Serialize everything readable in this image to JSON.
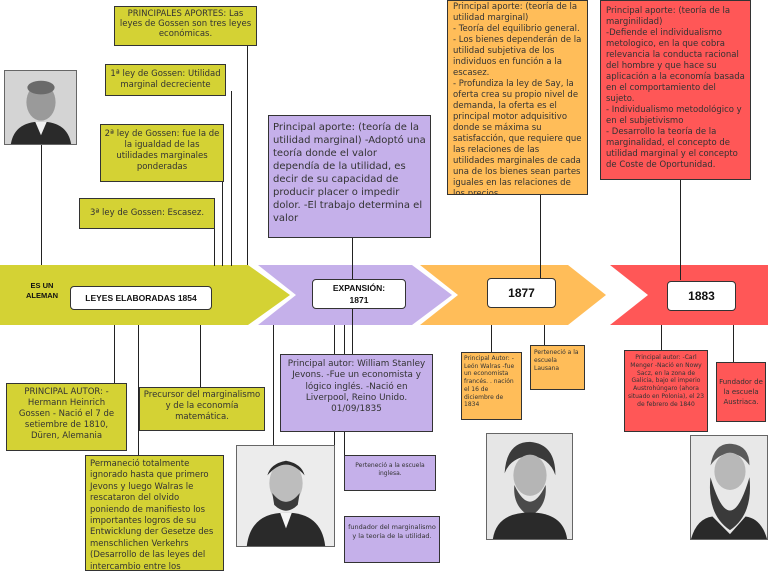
{
  "colors": {
    "yellow": "#d4d234",
    "purple": "#c5b0ea",
    "orange": "#ffbd59",
    "red": "#ff5757"
  },
  "timeline": {
    "es_un_aleman": "ES UN ALEMAN",
    "leyes_label": "LEYES ELABORADAS 1854",
    "expansion_label": "EXPANSIÓN: 1871",
    "year_1877": "1877",
    "year_1883": "1883"
  },
  "gossen": {
    "principales_aportes": "PRINCIPALES APORTES: Las leyes de Gossen son tres leyes económicas.",
    "ley1": "1ª ley de Gossen: Utilidad marginal decreciente",
    "ley2": "2ª ley de Gossen: fue la de la igualdad de las utilidades marginales ponderadas",
    "ley3": "3ª ley de Gossen: Escasez.",
    "autor": "PRINCIPAL AUTOR: - Hermann Heinrich Gossen - Nació el 7 de setiembre de 1810, Düren, Alemania",
    "precursor": "Precursor del marginalismo y de la economía matemática.",
    "permanecio": "Permaneció totalmente ignorado hasta que primero Jevons y luego Walras le rescataron del olvido poniendo de manifiesto los importantes logros de su Entwicklung der Gesetze des menschlichen Verkehrs (Desarrollo de las leyes del intercambio entre los hombres",
    "portrait_icon": "portrait-gossen-icon"
  },
  "jevons": {
    "aporte": "Principal aporte: (teoría de la utilidad marginal) -Adoptó una teoría donde el valor dependía de la utilidad, es decir de su capacidad de producir placer o impedir dolor. -El trabajo determina el valor",
    "autor": "Principal autor: William Stanley Jevons. -Fue un economista y lógico inglés. -Nació en Liverpool, Reino Unido. 01/09/1835",
    "escuela": "Perteneció a la escuela inglesa.",
    "fundador": "fundador del marginalismo y la teoría de la utilidad.",
    "portrait_icon": "portrait-jevons-icon"
  },
  "walras": {
    "aporte_title": "Principal aporte: (teoría de la utilidad marginal)",
    "aporte_items": [
      "- Teoría del equilibrio general.",
      "- Los bienes dependerán de la utilidad subjetiva de los individuos en función a la escasez.",
      "- Profundiza la ley de Say, la oferta crea su propio nivel de demanda, la oferta es el principal motor adquisitivo donde se máxima su satisfacción, que requiere que las relaciones de las utilidades marginales de cada una de los bienes sean partes iguales en las relaciones de los precios."
    ],
    "autor": "Principal Autor: - León Walras -fue un economista francés. . nación el 16 de diciembre de 1834",
    "escuela": "Perteneció a la escuela Lausana",
    "portrait_icon": "portrait-walras-icon"
  },
  "menger": {
    "aporte_title": "Principal aporte: (teoría de la marginilidad)",
    "aporte_items": [
      "-Defiende el individualismo metologico, en la que cobra relevancia la conducta racional del hombre y que hace su aplicación a la economía basada en el comportamiento del sujeto.",
      "- Individualismo metodológico y en el subjetivismo",
      "- Desarrollo la teoría de la marginalidad, el concepto de utilidad marginal y el concepto de Coste de Oportunidad."
    ],
    "autor": "Principal autor: -Carl Menger -Nació en Nowy Sacz, en la zona de Galicia, bajo el imperio Austrohúngaro (ahora situado en Polonia), el 23 de febrero de 1840",
    "fundador": "Fundador de la escuela Austriaca.",
    "portrait_icon": "portrait-menger-icon"
  }
}
